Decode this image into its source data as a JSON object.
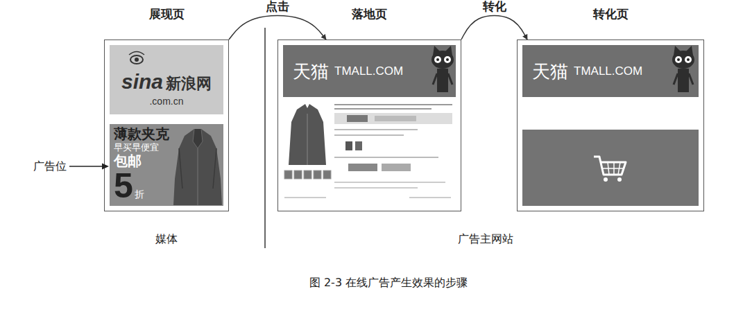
{
  "diagram": {
    "caption": "图 2-3 在线广告产生效果的步骤",
    "nodes": [
      {
        "text": [
          "展现页"
        ]
      },
      {
        "text": [
          "sina",
          "新浪网",
          ".com.cn"
        ],
        "in": 0
      },
      {
        "text": [
          "薄款夹克",
          "早买早便宜",
          "包邮",
          "5",
          "折"
        ],
        "in": 0
      },
      {
        "text": [
          "落地页"
        ]
      },
      {
        "text": [
          "天猫",
          "TMALL.COM"
        ],
        "in": 3
      },
      {
        "text": [
          "转化页"
        ]
      },
      {
        "text": [
          "天猫",
          "TMALL.COM"
        ],
        "in": 5
      }
    ],
    "edges": [
      {
        "from": 0,
        "to": 3,
        "label": "点击",
        "arrow": "to"
      },
      {
        "from": 3,
        "to": 5,
        "label": "转化",
        "arrow": "to"
      }
    ],
    "labels": [
      "广告位",
      "媒体",
      "广告主网站"
    ]
  }
}
